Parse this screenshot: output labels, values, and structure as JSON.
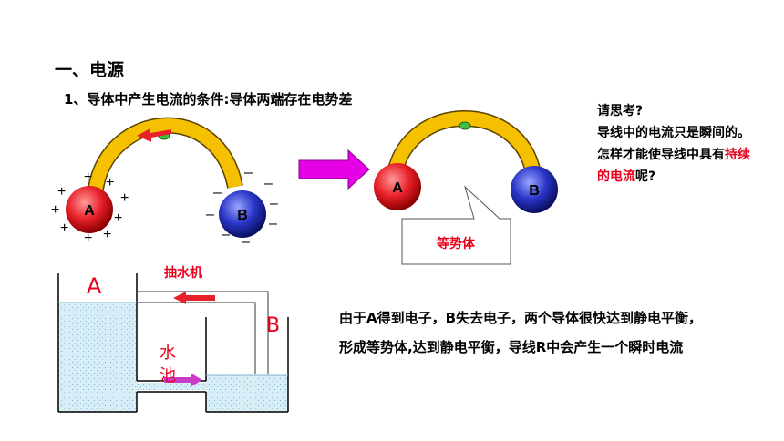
{
  "heading": "一、电源",
  "subheading": "1、导体中产生电流的条件:导体两端存在电势差",
  "diagram_left": {
    "ball_a_label": "A",
    "ball_b_label": "B",
    "plus_sign": "+",
    "minus_sign": "–"
  },
  "diagram_right": {
    "ball_a_label": "A",
    "ball_b_label": "B",
    "callout_text": "等势体"
  },
  "water_diagram": {
    "tank_a_label": "A",
    "tank_b_label": "B",
    "pump_label": "抽水机",
    "pool_label_1": "水",
    "pool_label_2": "池"
  },
  "think": {
    "line1": "请思考?",
    "line2": "导线中的电流只是瞬间的。怎样才能使导线中具有",
    "highlight": "持续的电流",
    "line3": "呢?"
  },
  "explanation": "由于A得到电子，B失去电子，两个导体很快达到静电平衡，形成等势体,达到静电平衡，导线R中会产生一个瞬时电流",
  "colors": {
    "ball_a": "#e8202a",
    "ball_b": "#2a35c8",
    "wire": "#f5c000",
    "arrow_magenta": "#e600e6",
    "highlight": "#e8001c"
  }
}
